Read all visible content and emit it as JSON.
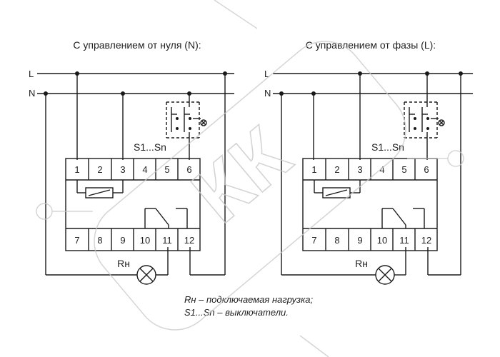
{
  "watermark": {
    "text": "КК"
  },
  "diagrams": [
    {
      "title": "С управлением от нуля (N):",
      "line_L": "L",
      "line_N": "N",
      "top_terminals": [
        "1",
        "2",
        "3",
        "4",
        "5",
        "6"
      ],
      "bottom_terminals": [
        "7",
        "8",
        "9",
        "10",
        "11",
        "12"
      ],
      "switches_label": "S1...Sn",
      "load_label": "Rн"
    },
    {
      "title": "С управлением от фазы (L):",
      "line_L": "L",
      "line_N": "N",
      "top_terminals": [
        "1",
        "2",
        "3",
        "4",
        "5",
        "6"
      ],
      "bottom_terminals": [
        "7",
        "8",
        "9",
        "10",
        "11",
        "12"
      ],
      "switches_label": "S1...Sn",
      "load_label": "Rн"
    }
  ],
  "legend": {
    "line1": "Rн – подключаемая нагрузка;",
    "line2": "S1...Sn – выключатели."
  }
}
